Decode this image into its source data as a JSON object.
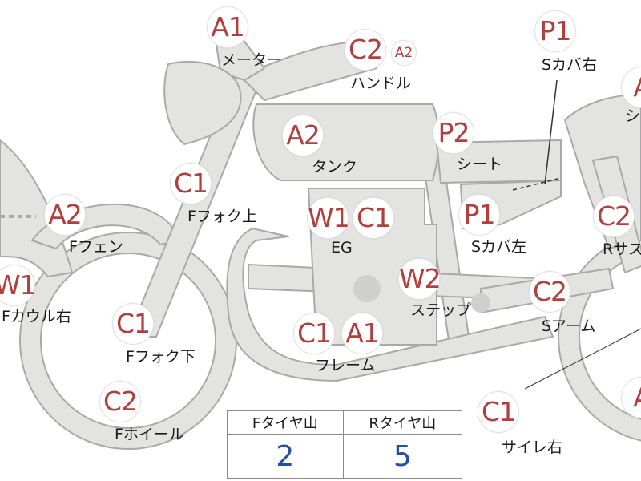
{
  "parts": [
    {
      "id": "meter",
      "grade": "A1",
      "label": "メーター"
    },
    {
      "id": "handle",
      "grade": "C2",
      "grade2": "A2",
      "label": "ハンドル"
    },
    {
      "id": "s-cover-right",
      "grade": "P1",
      "label": "Sカバ右"
    },
    {
      "id": "tank",
      "grade": "A2",
      "label": "タンク"
    },
    {
      "id": "seat",
      "grade": "P2",
      "label": "シート"
    },
    {
      "id": "f-fork-upper",
      "grade": "C1",
      "label": "Fフォク上"
    },
    {
      "id": "f-fender",
      "grade": "A2",
      "label": "Fフェン"
    },
    {
      "id": "engine",
      "grade": "W1",
      "grade2": "C1",
      "label": "EG"
    },
    {
      "id": "s-cover-left",
      "grade": "P1",
      "label": "Sカバ左"
    },
    {
      "id": "r-sus",
      "grade": "C2",
      "label": "Rサス"
    },
    {
      "id": "f-cowl-right",
      "grade": "W1",
      "label": "Fカウル右"
    },
    {
      "id": "step",
      "grade": "W2",
      "label": "ステップ"
    },
    {
      "id": "s-arm",
      "grade": "C2",
      "label": "Sアーム"
    },
    {
      "id": "f-fork-lower",
      "grade": "C1",
      "label": "Fフォク下"
    },
    {
      "id": "frame",
      "grade": "C1",
      "grade2": "A1",
      "label": "フレーム"
    },
    {
      "id": "f-wheel",
      "grade": "C2",
      "label": "Fホイール"
    },
    {
      "id": "muffler-right",
      "grade": "C1",
      "label": "サイレ右"
    },
    {
      "id": "rear-upper",
      "grade": "A"
    },
    {
      "id": "rear-lower",
      "grade": "A"
    }
  ],
  "rear_partial_label": "シ",
  "tire_table": {
    "headers": [
      "Fタイヤ山",
      "Rタイヤ山"
    ],
    "values": [
      "2",
      "5"
    ]
  },
  "colors": {
    "grade": "#b0403d",
    "body": "#e3e3e1",
    "outline": "#a9a9a9",
    "tire_value": "#2a4ea3"
  }
}
